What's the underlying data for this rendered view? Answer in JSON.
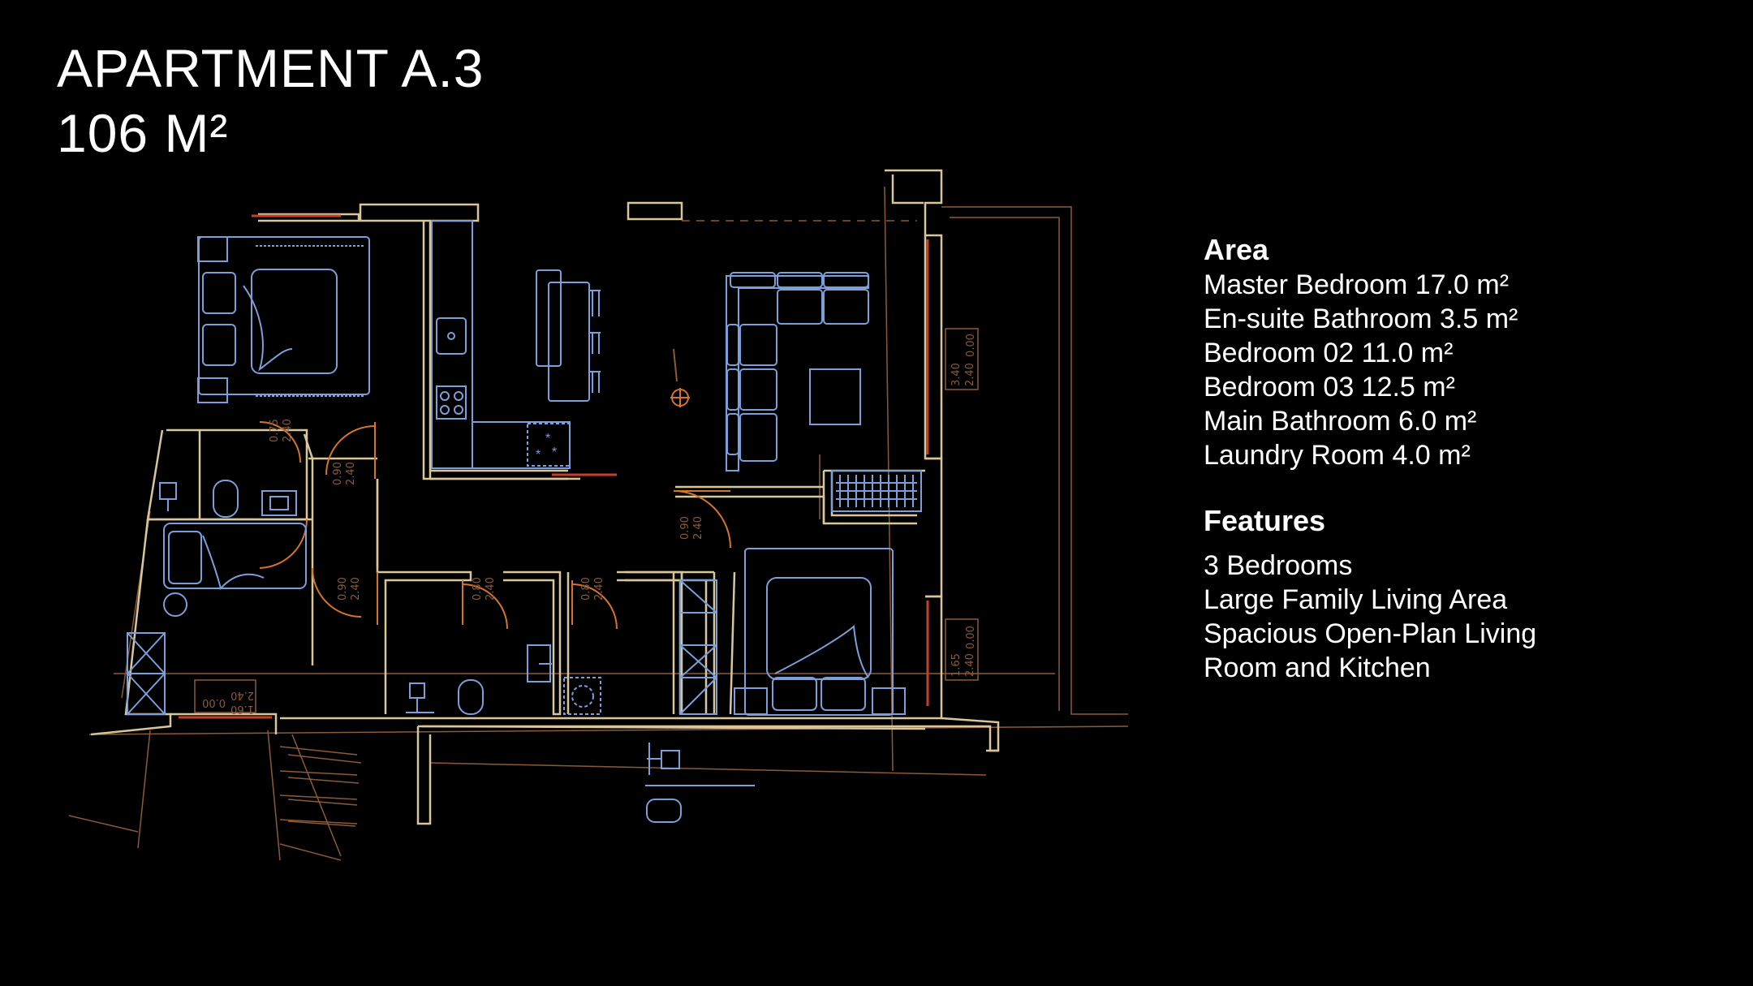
{
  "header": {
    "title": "APARTMENT A.3",
    "size": "106 M²"
  },
  "area": {
    "heading": "Area",
    "rooms": [
      "Master Bedroom 17.0 m²",
      "En-suite Bathroom 3.5 m²",
      "Bedroom 02 11.0 m²",
      "Bedroom 03 12.5 m²",
      "Main Bathroom 6.0 m²",
      "Laundry Room 4.0 m²"
    ]
  },
  "features": {
    "heading": "Features",
    "items": [
      "3 Bedrooms",
      "Large Family Living Area",
      "Spacious Open-Plan Living",
      "Room and Kitchen"
    ]
  },
  "plan": {
    "colors": {
      "wall": "#d8c59a",
      "furniture": "#7b9fd8",
      "door": "#d4742a",
      "window": "#c4402c",
      "guide": "#8a5a3a"
    },
    "labels": {
      "window_tag_1_top": "3.40",
      "window_tag_1_mid": "2.40",
      "window_tag_1_side": "0.00",
      "window_tag_2_top": "1.65",
      "window_tag_2_mid": "2.40",
      "window_tag_2_side": "0.00",
      "window_tag_3_top": "1.60",
      "window_tag_3_mid": "2.40",
      "window_tag_3_side": "0.00",
      "door_a_top": "0.75",
      "door_a_bot": "2.40",
      "door_b_top": "0.90",
      "door_b_bot": "2.40",
      "door_c_top": "0.90",
      "door_c_bot": "2.40",
      "door_d_top": "0.90",
      "door_d_bot": "2.40",
      "door_e_top": "0.80",
      "door_e_bot": "2.40",
      "door_f_top": "0.80",
      "door_f_bot": "2.40"
    }
  }
}
